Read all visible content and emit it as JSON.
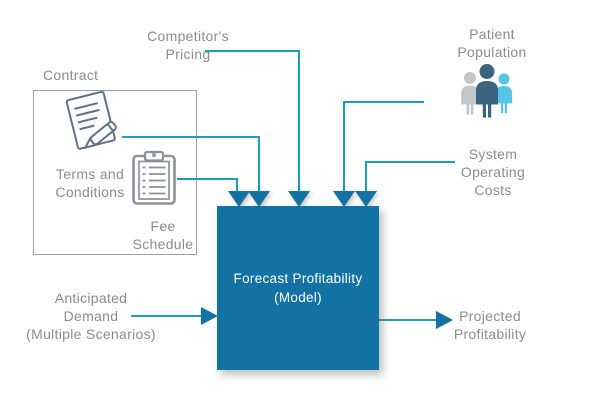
{
  "diagram": {
    "model_box": {
      "lines": [
        "Forecast Profitability",
        "(Model)"
      ],
      "fill": "#1272A3",
      "text_color": "#FFFFFF"
    },
    "contract_group": {
      "label": "Contract",
      "terms": {
        "lines": [
          "Terms and",
          "Conditions"
        ],
        "icon": "signed-document-icon"
      },
      "fees": {
        "lines": [
          "Fee",
          "Schedule"
        ],
        "icon": "clipboard-icon"
      }
    },
    "inputs": {
      "competitors_pricing": {
        "lines": [
          "Competitor's",
          "Pricing"
        ]
      },
      "patient_population": {
        "lines": [
          "Patient",
          "Population"
        ],
        "icon": "people-icon"
      },
      "system_operating_costs": {
        "lines": [
          "System",
          "Operating",
          "Costs"
        ]
      },
      "anticipated_demand": {
        "lines": [
          "Anticipated",
          "Demand",
          "(Multiple Scenarios)"
        ]
      }
    },
    "output": {
      "projected_profitability": {
        "lines": [
          "Projected",
          "Profitability"
        ]
      }
    },
    "colors": {
      "connector_teal": "#1C9EB4",
      "arrow_blue": "#1272A3",
      "label_gray": "#8B8C8E",
      "group_border": "#9EA0A3",
      "person_gray": "#C2C6C9",
      "person_dark": "#3A657F",
      "person_cyan": "#59C5E6",
      "document_icon_stroke": "#5E7389",
      "clipboard_icon_stroke": "#8A9299"
    }
  }
}
